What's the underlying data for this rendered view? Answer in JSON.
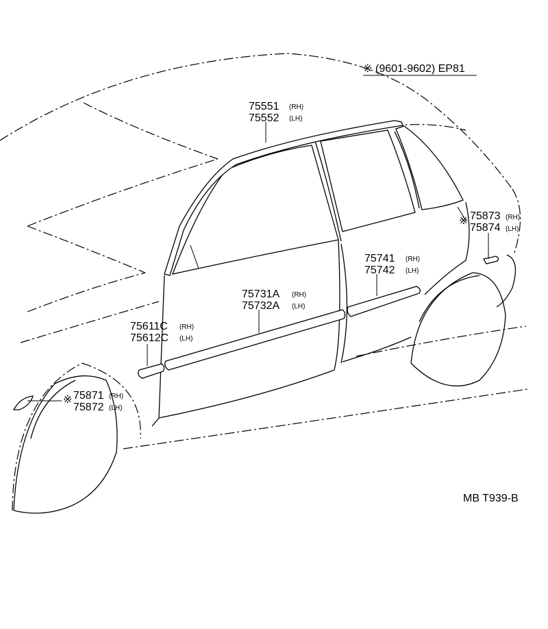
{
  "header": {
    "mark": "※",
    "text": "(9601-9602) EP81"
  },
  "parts": [
    {
      "id": "roof-molding",
      "lines": [
        {
          "num": "75551",
          "side": "(RH)"
        },
        {
          "num": "75552",
          "side": "(LH)"
        }
      ]
    },
    {
      "id": "rear-quarter",
      "mark": "※",
      "lines": [
        {
          "num": "75873",
          "side": "(RH)"
        },
        {
          "num": "75874",
          "side": "(LH)"
        }
      ]
    },
    {
      "id": "rear-door",
      "lines": [
        {
          "num": "75741",
          "side": "(RH)"
        },
        {
          "num": "75742",
          "side": "(LH)"
        }
      ]
    },
    {
      "id": "front-door",
      "lines": [
        {
          "num": "75731A",
          "side": "(RH)"
        },
        {
          "num": "75732A",
          "side": "(LH)"
        }
      ]
    },
    {
      "id": "fender",
      "lines": [
        {
          "num": "75611C",
          "side": "(RH)"
        },
        {
          "num": "75612C",
          "side": "(LH)"
        }
      ]
    },
    {
      "id": "front-wheel-arch",
      "mark": "※",
      "lines": [
        {
          "num": "75871",
          "side": "(RH)"
        },
        {
          "num": "75872",
          "side": "(LH)"
        }
      ]
    }
  ],
  "footer": {
    "ref": "MB T939-B"
  }
}
